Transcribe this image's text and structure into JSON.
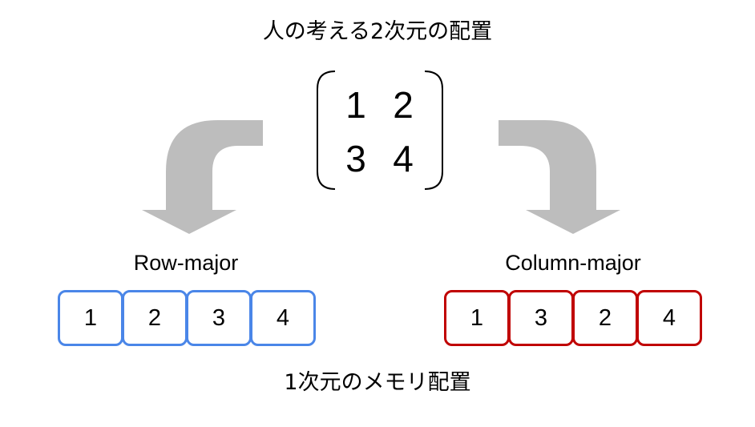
{
  "title": "人の考える2次元の配置",
  "matrix": {
    "rows": [
      [
        "1",
        "2"
      ],
      [
        "3",
        "4"
      ]
    ]
  },
  "row_major": {
    "label": "Row-major",
    "memory": [
      "1",
      "2",
      "3",
      "4"
    ],
    "color": "#4a86e8"
  },
  "column_major": {
    "label": "Column-major",
    "memory": [
      "1",
      "3",
      "2",
      "4"
    ],
    "color": "#c00000"
  },
  "footer": "1次元のメモリ配置",
  "arrow_color": "#bdbdbd"
}
